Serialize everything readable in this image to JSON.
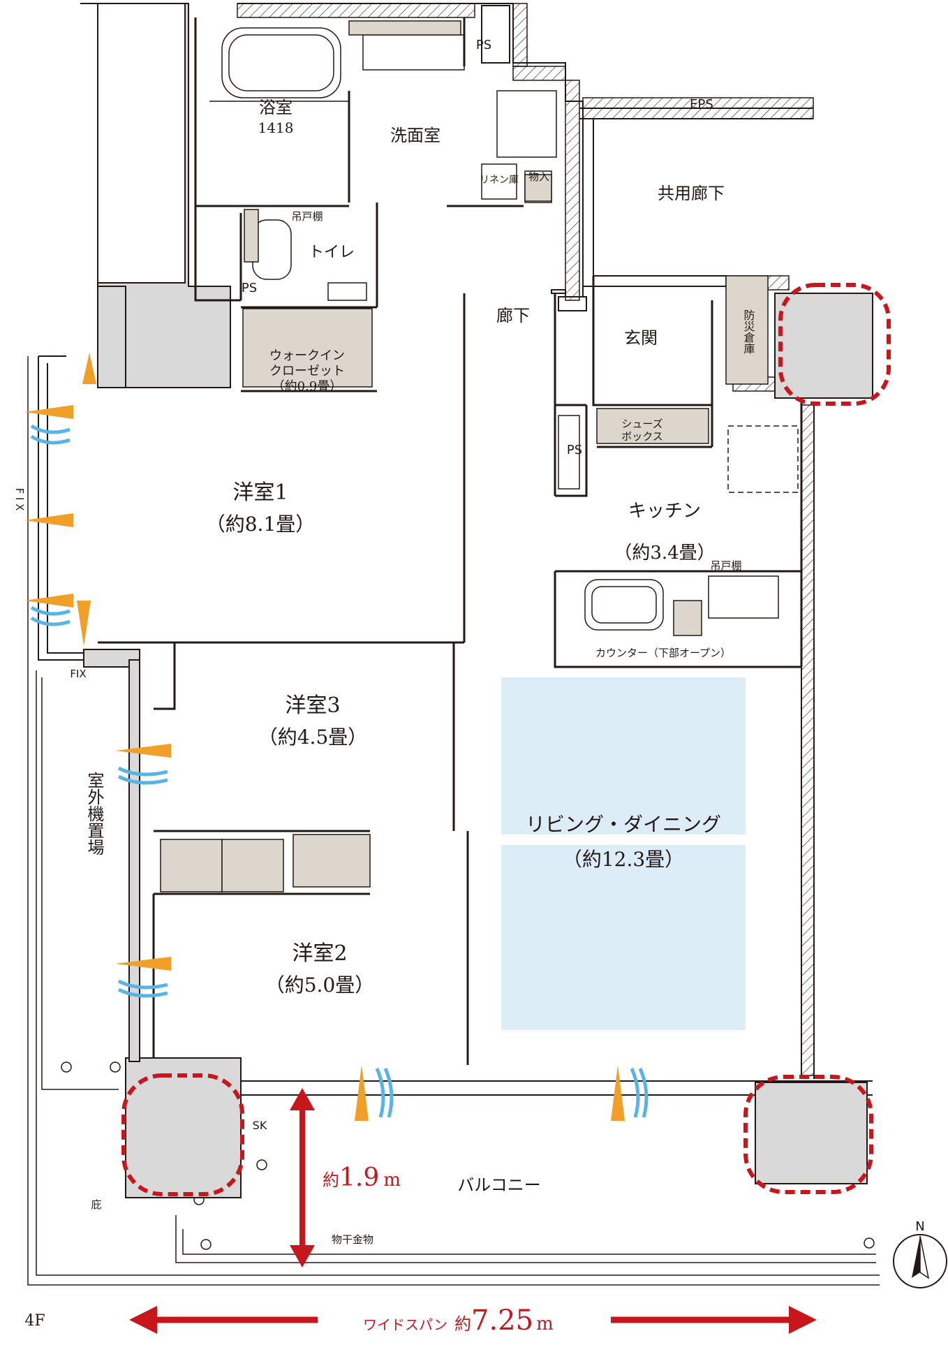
{
  "floor": "4F",
  "rooms": {
    "bath": {
      "name": "浴室",
      "size": "1418"
    },
    "washroom": {
      "name": "洗面室"
    },
    "toilet": {
      "name": "トイレ"
    },
    "corridor": {
      "name": "廊下"
    },
    "common_corridor": {
      "name": "共用廊下"
    },
    "entrance": {
      "name": "玄関"
    },
    "wic": {
      "line1": "ウォークイン",
      "line2": "クローゼット",
      "size": "（約0.9畳）"
    },
    "western1": {
      "name": "洋室1",
      "size": "（約8.1畳）"
    },
    "western2": {
      "name": "洋室2",
      "size": "（約5.0畳）"
    },
    "western3": {
      "name": "洋室3",
      "size": "（約4.5畳）"
    },
    "kitchen": {
      "name": "キッチン",
      "size": "（約3.4畳）"
    },
    "living": {
      "name": "リビング・ダイニング",
      "size": "（約12.3畳）"
    },
    "balcony": {
      "name": "バルコニー"
    },
    "outdoor_unit": {
      "name": "室外機置場"
    }
  },
  "fixtures": {
    "ps": "PS",
    "eps": "EPS",
    "linen": "リネン庫",
    "storage": "物入",
    "hanging_shelf": "吊戸棚",
    "shoe_box_1": "シューズ",
    "shoe_box_2": "ボックス",
    "disaster_storage": "防災倉庫",
    "counter": "カウンター（下部オープン）",
    "sk": "SK",
    "laundry": "物干金物",
    "eaves": "庇",
    "fix": "FIX",
    "fix_vertical": "F I X"
  },
  "dimensions": {
    "depth_prefix": "約",
    "depth_value": "1.9",
    "depth_unit": "m",
    "span_prefix": "ワイドスパン",
    "span_approx": "約",
    "span_value": "7.25",
    "span_unit": "m"
  },
  "compass": {
    "label": "N"
  },
  "colors": {
    "wall": "#231815",
    "column": "#d9d9d9",
    "storage_fill": "#ddd6cc",
    "living_highlight": "#dcedf8",
    "accent_red": "#c8161d",
    "airflow_orange": "#f0a028",
    "airflow_blue": "#59b4e6"
  }
}
